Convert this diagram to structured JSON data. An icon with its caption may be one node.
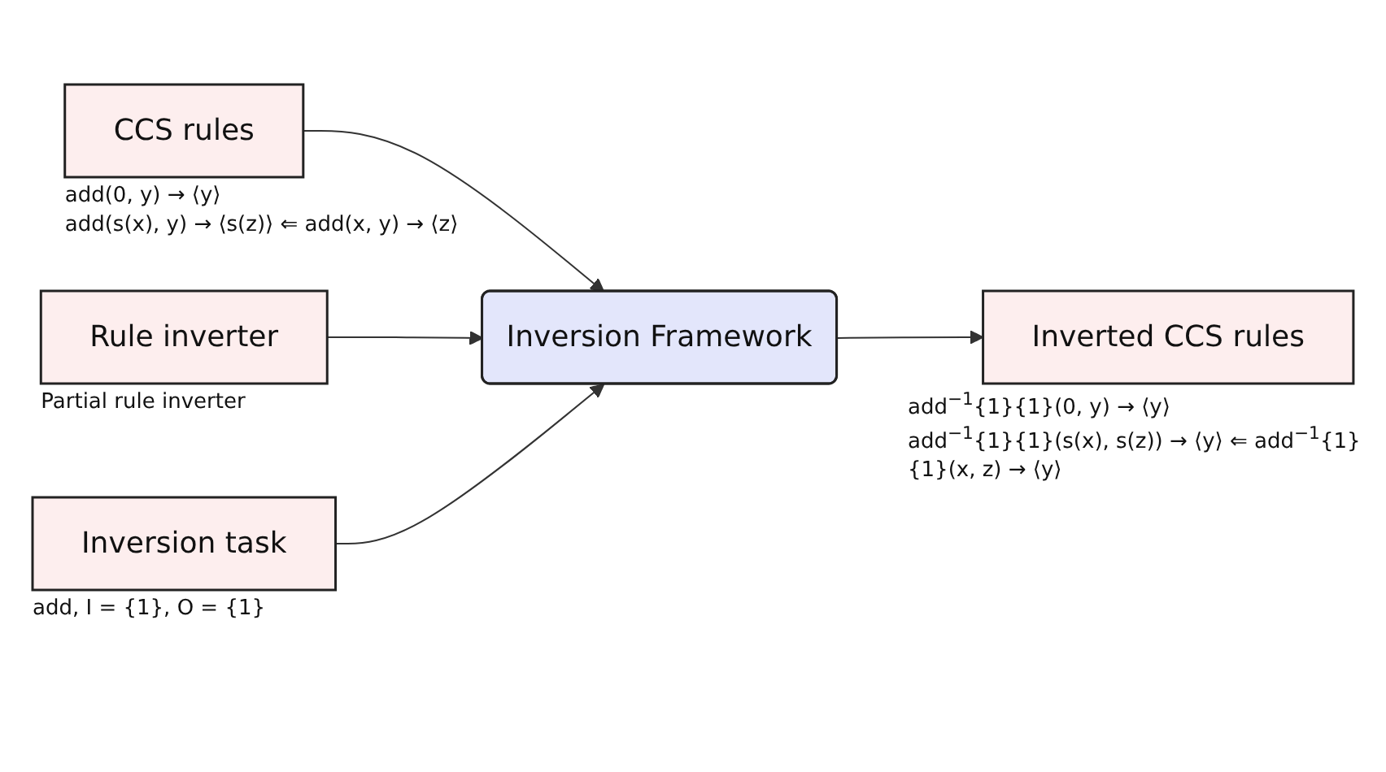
{
  "diagram": {
    "nodes": [
      {
        "text": [
          "CCS rules"
        ],
        "beside": [
          "add(0, y) → ⟨y⟩",
          "add(s(x), y) → ⟨s(z)⟩ ⇐ add(x, y) → ⟨z⟩"
        ]
      },
      {
        "text": [
          "Rule inverter"
        ],
        "beside": [
          "Partial rule inverter"
        ]
      },
      {
        "text": [
          "Inversion task"
        ],
        "beside": [
          "add, I = {1}, O = {1}"
        ]
      },
      {
        "text": [
          "Inversion Framework"
        ]
      },
      {
        "text": [
          "Inverted CCS rules"
        ],
        "beside": [
          "add$^{−1}${1}{1}(0, y) → ⟨y⟩",
          "add$^{−1}${1}{1}(s(x), s(z)) → ⟨y⟩ ⇐ add$^{−1}${1}{1}(x, z) → ⟨y⟩"
        ]
      }
    ],
    "edges": [
      {
        "from": 0,
        "to": 3,
        "arrow": "to"
      },
      {
        "from": 1,
        "to": 3,
        "arrow": "to"
      },
      {
        "from": 2,
        "to": 3,
        "arrow": "to"
      },
      {
        "from": 3,
        "to": 4,
        "arrow": "to"
      }
    ]
  }
}
